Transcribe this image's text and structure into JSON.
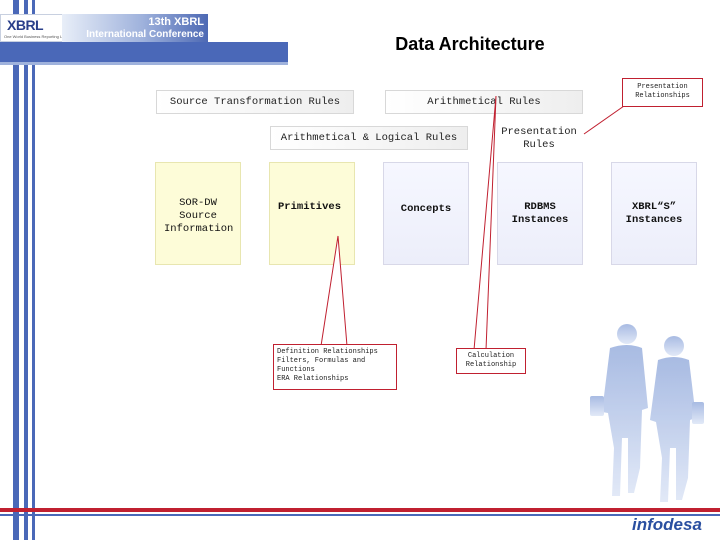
{
  "header": {
    "logo_text": "XBRL",
    "logo_tagline": "One World Business Reporting Language",
    "conference_line1": "13th XBRL",
    "conference_line2": "International Conference"
  },
  "title": "Data Architecture",
  "rules": {
    "source_transformation": "Source Transformation Rules",
    "arithmetical": "Arithmetical Rules",
    "arith_logical": "Arithmetical & Logical Rules",
    "presentation": "Presentation Rules"
  },
  "columns": [
    {
      "label": "SOR-DW Source Information",
      "bold": false
    },
    {
      "label": "Primitives",
      "bold": true
    },
    {
      "label": "Concepts",
      "bold": true
    },
    {
      "label": "RDBMS Instances",
      "bold": true
    },
    {
      "label": "XBRL“S” Instances",
      "bold": true
    }
  ],
  "callouts": {
    "presentation_relationships": "Presentation Relationships",
    "definition": {
      "line1": "Definition Relationships",
      "line2": "Filters, Formulas and Functions",
      "line3": "ERA Relationships"
    },
    "calculation": "Calculation Relationship"
  },
  "footer": {
    "brand": "infodesa"
  },
  "colors": {
    "accent_blue": "#4a68b8",
    "accent_red": "#c02030",
    "primitives_fill": "#fdfcd8"
  }
}
